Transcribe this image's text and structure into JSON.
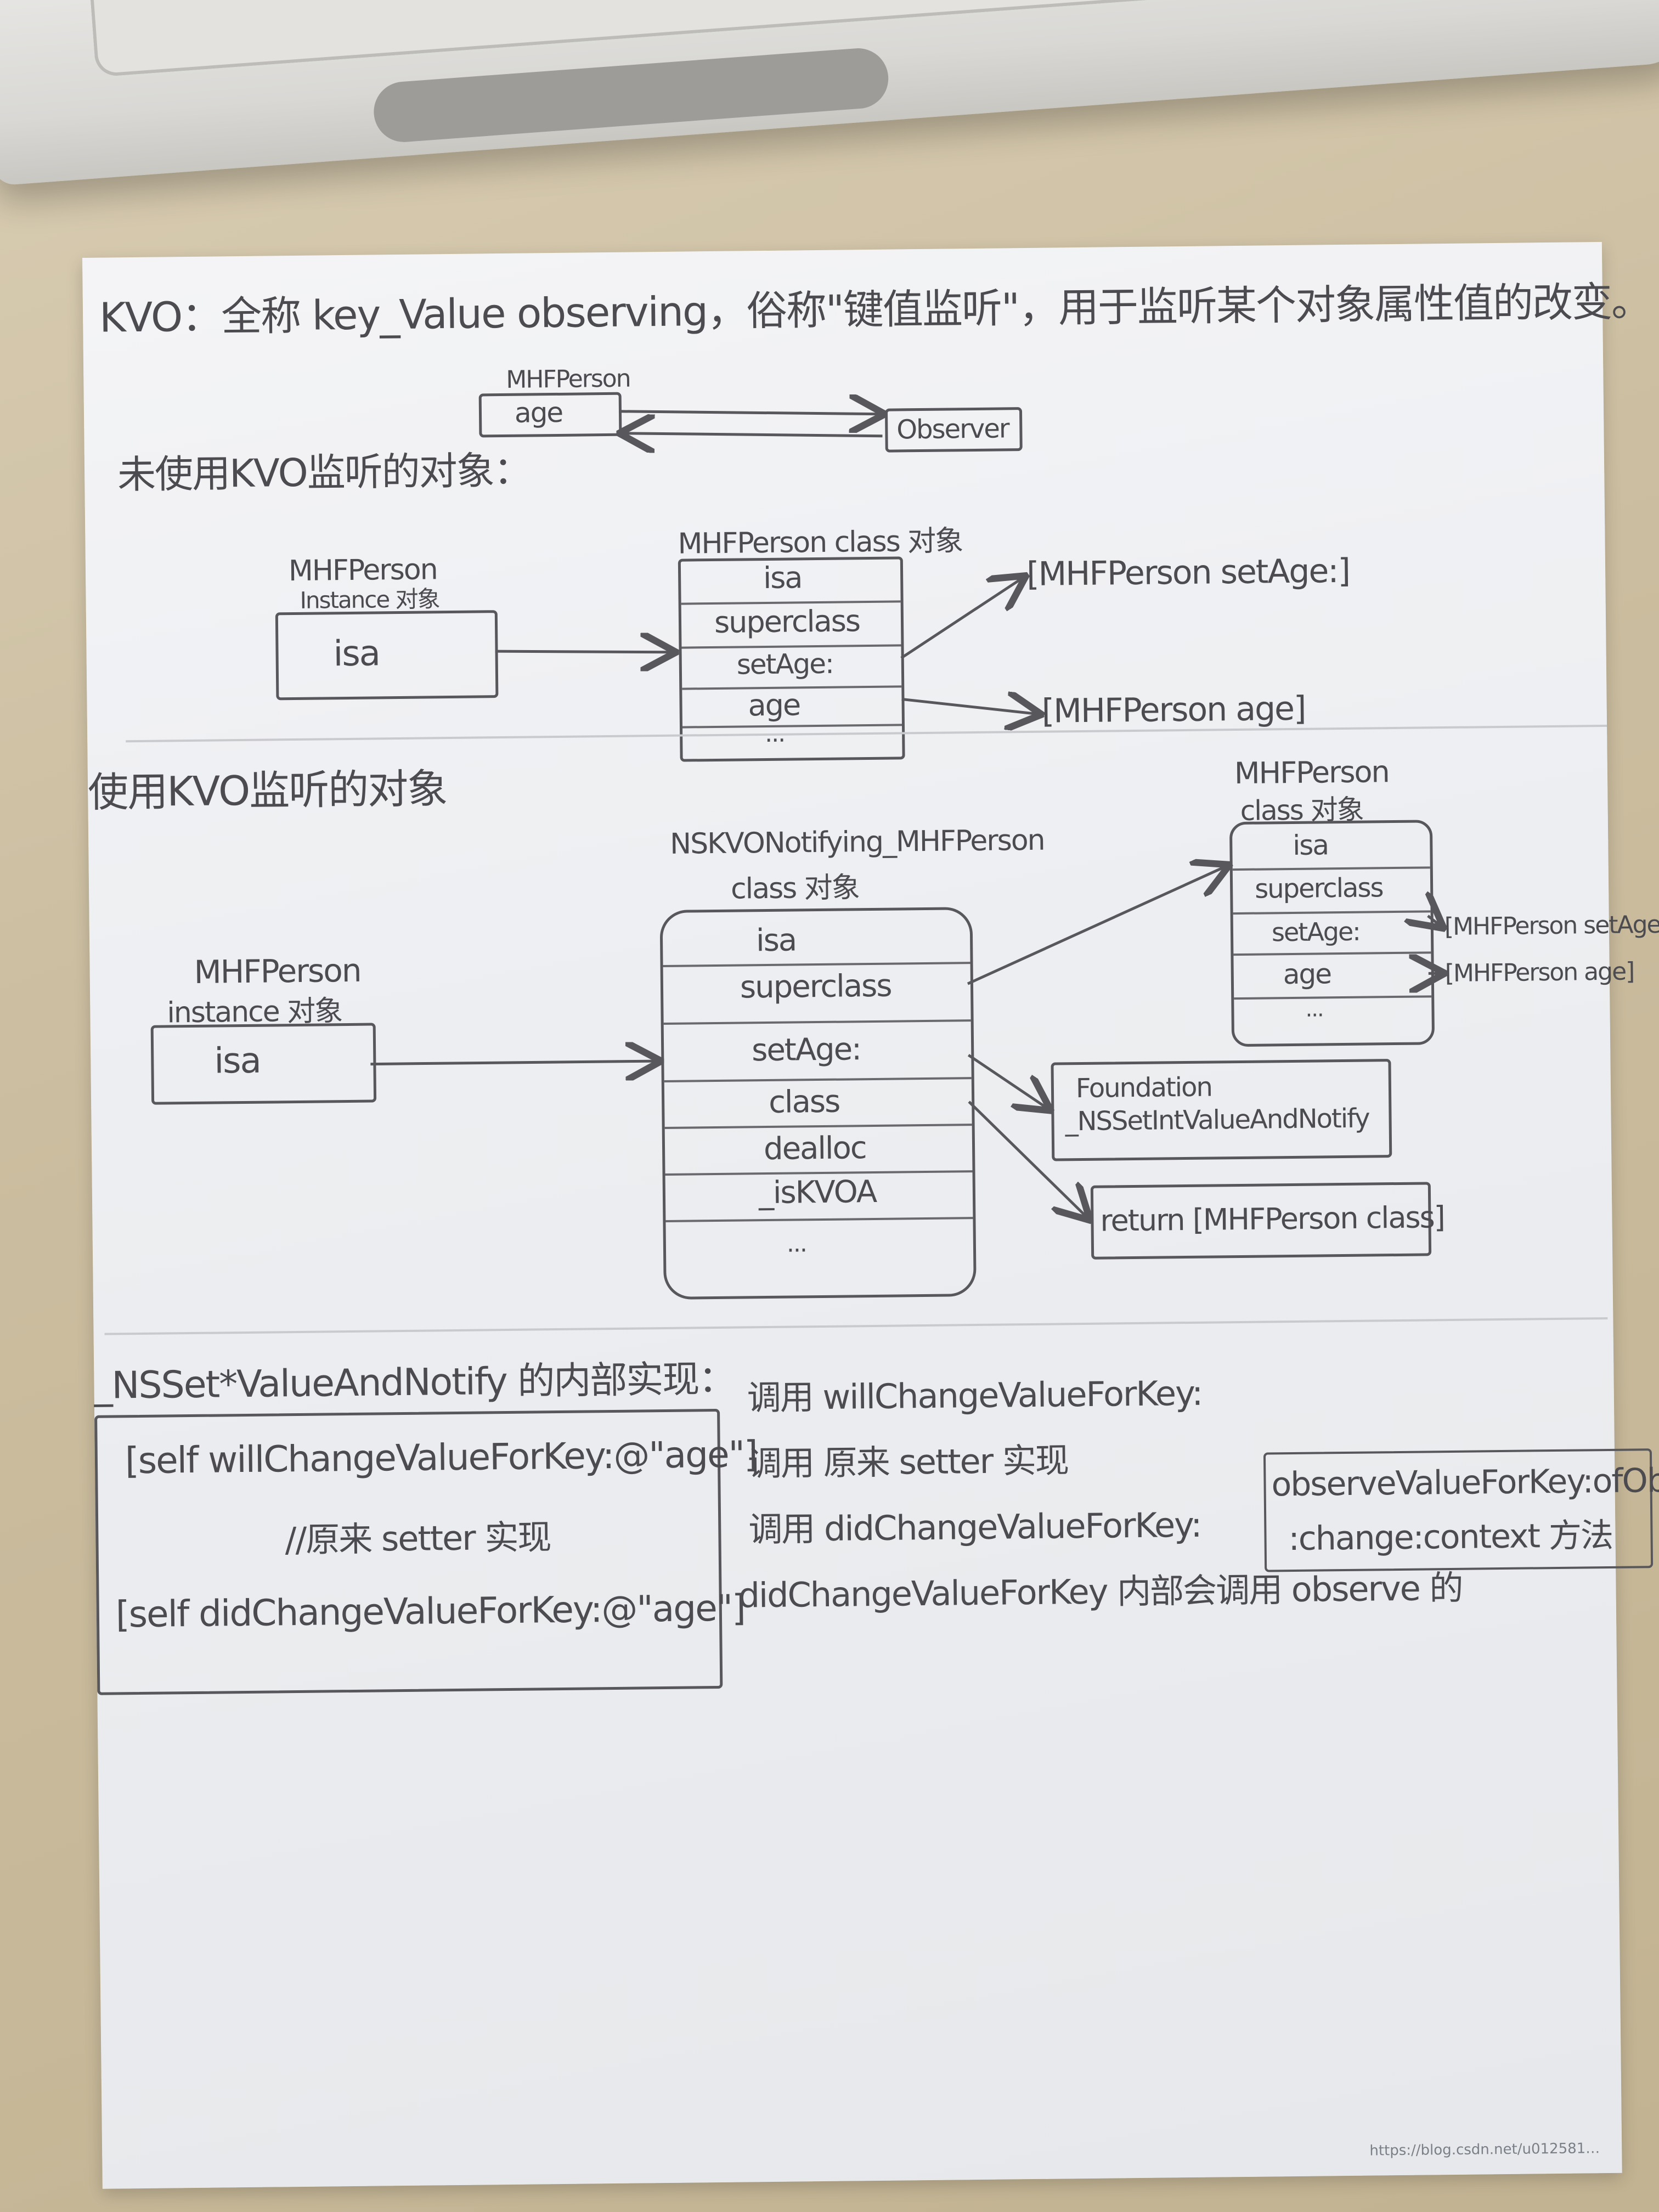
{
  "header": {
    "kvo_intro": "KVO：全称 key_Value observing，俗称\"键值监听\"，用于监听某个对象属性值的改变。"
  },
  "top_diagram": {
    "person_label": "MHFPerson",
    "age_label": "age",
    "observer_label": "Observer"
  },
  "section_unused": {
    "title": "未使用KVO监听的对象：",
    "instance_label_line1": "MHFPerson",
    "instance_label_line2": "Instance 对象",
    "instance_isa": "isa",
    "class_title": "MHFPerson class 对象",
    "class_rows": [
      "isa",
      "superclass",
      "setAge:",
      "age",
      "..."
    ],
    "target_setage": "[MHFPerson setAge:]",
    "target_age": "[MHFPerson age]"
  },
  "section_used": {
    "title": "使用KVO监听的对象",
    "instance_label_line1": "MHFPerson",
    "instance_label_line2": "instance 对象",
    "instance_isa": "isa",
    "notifying_title_line1": "NSKVONotifying_MHFPerson",
    "notifying_title_line2": "class 对象",
    "notifying_rows": [
      "isa",
      "superclass",
      "setAge:",
      "class",
      "dealloc",
      "_isKVOA",
      "..."
    ],
    "person_class_line1": "MHFPerson",
    "person_class_line2": "class 对象",
    "person_class_rows": [
      "isa",
      "superclass",
      "setAge:",
      "age",
      "..."
    ],
    "target_setage": "[MHFPerson setAge]",
    "target_age": "[MHFPerson age]",
    "foundation_line1": "Foundation",
    "foundation_line2": "_NSSetIntValueAndNotify",
    "return_label": "return [MHFPerson class]"
  },
  "section_impl": {
    "title": "_NSSet*ValueAndNotify 的内部实现：",
    "code_line1": "[self willChangeValueForKey:@\"age\"]",
    "code_line2": "//原来 setter 实现",
    "code_line3": "[self didChangeValueForKey:@\"age\"]",
    "steps": [
      "调用 willChangeValueForKey:",
      "调用 原来 setter 实现",
      "调用 didChangeValueForKey:",
      "didChangeValueForKey 内部会调用 observe 的"
    ],
    "observe_line1": "observeValueForKey:ofObject",
    "observe_line2": ":change:context 方法"
  },
  "watermark": "https://blog.csdn.net/u012581…"
}
